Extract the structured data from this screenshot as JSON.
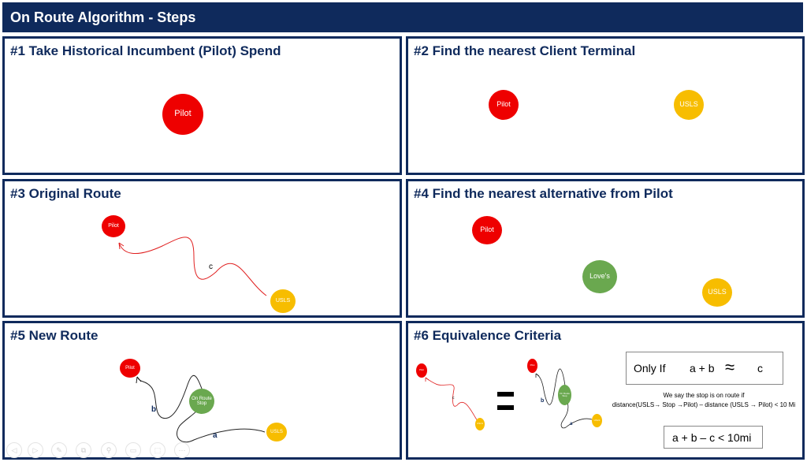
{
  "header": {
    "title": "On Route Algorithm - Steps"
  },
  "panels": {
    "p1": {
      "title": "#1 Take Historical Incumbent (Pilot) Spend",
      "pilot": "Pilot"
    },
    "p2": {
      "title": "#2 Find the nearest Client Terminal",
      "pilot": "Pilot",
      "usls": "USLS"
    },
    "p3": {
      "title": "#3 Original Route",
      "pilot": "Pilot",
      "usls": "USLS",
      "route_label": "c"
    },
    "p4": {
      "title": "#4 Find the nearest alternative from Pilot",
      "pilot": "Pilot",
      "loves": "Love's",
      "usls": "USLS"
    },
    "p5": {
      "title": "#5 New Route",
      "pilot": "Pilot",
      "stop": "On Route Stop",
      "usls": "USLS",
      "label_a": "a",
      "label_b": "b"
    },
    "p6": {
      "title": "#6 Equivalence Criteria",
      "mini_left": {
        "pilot": "Pilot",
        "usls": "USLS",
        "label_c": "c"
      },
      "mini_right": {
        "pilot": "Pilot",
        "stop": "On Route Stop",
        "usls": "USLS",
        "label_a": "a",
        "label_b": "b"
      },
      "only_if": "Only If",
      "formula": "a + b",
      "approx": "≈",
      "rhs": "c",
      "explain_line1": "We say the stop is on route if",
      "explain_line2": "distance(USLS→ Stop →Pilot) – distance (USLS → Pilot) < 10 Mi",
      "inequality": "a + b – c < 10mi"
    }
  },
  "controls": [
    "◁",
    "▷",
    "✎",
    "⧉",
    "⚲",
    "▭",
    "⬚",
    "⋯"
  ],
  "colors": {
    "navy": "#0f2a5c",
    "pilot": "#ee0000",
    "usls": "#f7bd00",
    "alt": "#6aa84f"
  }
}
